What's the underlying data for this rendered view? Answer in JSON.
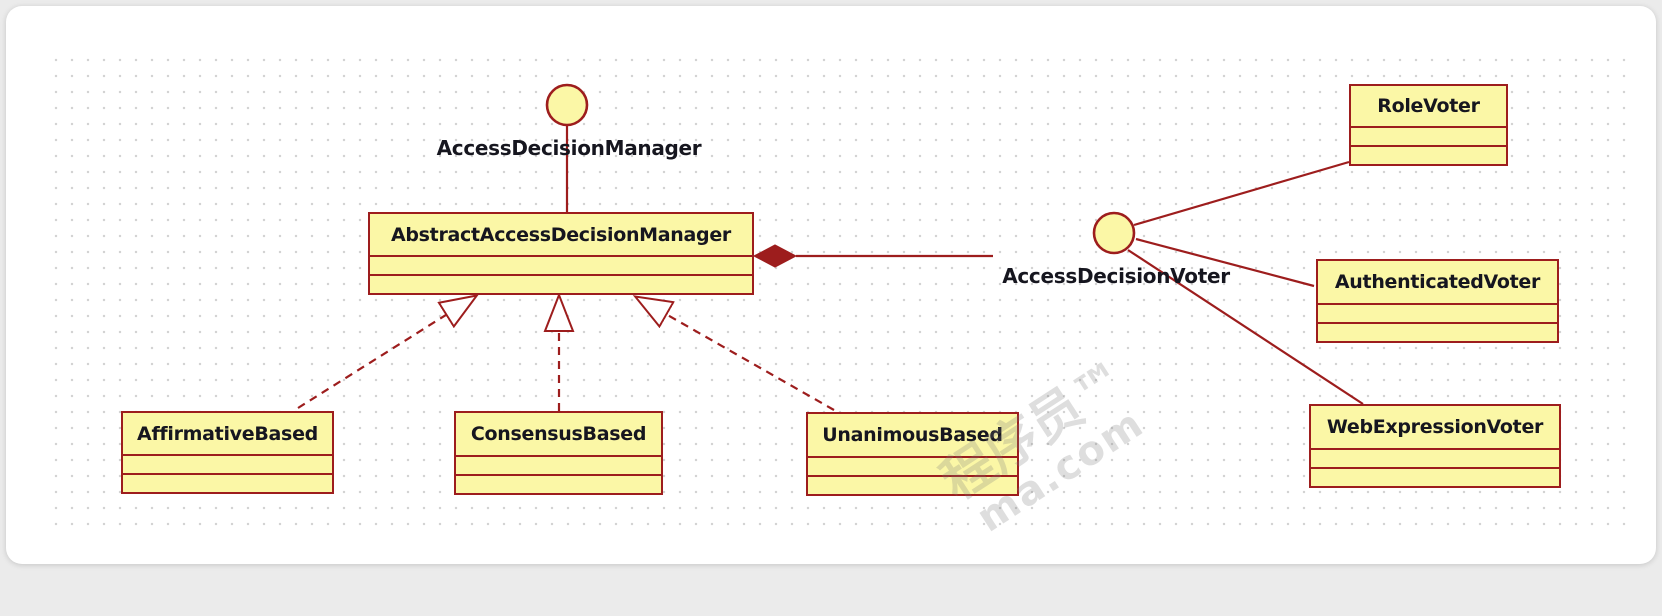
{
  "diagram": {
    "interfaces": [
      {
        "label": "AccessDecisionManager"
      },
      {
        "label": "AccessDecisionVoter"
      }
    ],
    "classes": [
      {
        "name": "AbstractAccessDecisionManager"
      },
      {
        "name": "AffirmativeBased"
      },
      {
        "name": "ConsensusBased"
      },
      {
        "name": "UnanimousBased"
      },
      {
        "name": "RoleVoter"
      },
      {
        "name": "AuthenticatedVoter"
      },
      {
        "name": "WebExpressionVoter"
      }
    ],
    "relationships": {
      "lollipop_1": "AccessDecisionManager interface realized by AbstractAccessDecisionManager",
      "composition": "AbstractAccessDecisionManager composed-of AccessDecisionVoter",
      "generalizations": [
        "AffirmativeBased",
        "ConsensusBased",
        "UnanimousBased"
      ],
      "voter_implementations": [
        "RoleVoter",
        "AuthenticatedVoter",
        "WebExpressionVoter"
      ]
    },
    "watermark": {
      "line1": "程序员™",
      "line2": "ma.com"
    },
    "colors": {
      "box_fill": "#fbf7a6",
      "box_border": "#9d1d1d",
      "line": "#9d1d1d",
      "text": "#16161f",
      "dot": "#d3d3d3",
      "page": "#ebebeb",
      "card": "#ffffff"
    }
  }
}
